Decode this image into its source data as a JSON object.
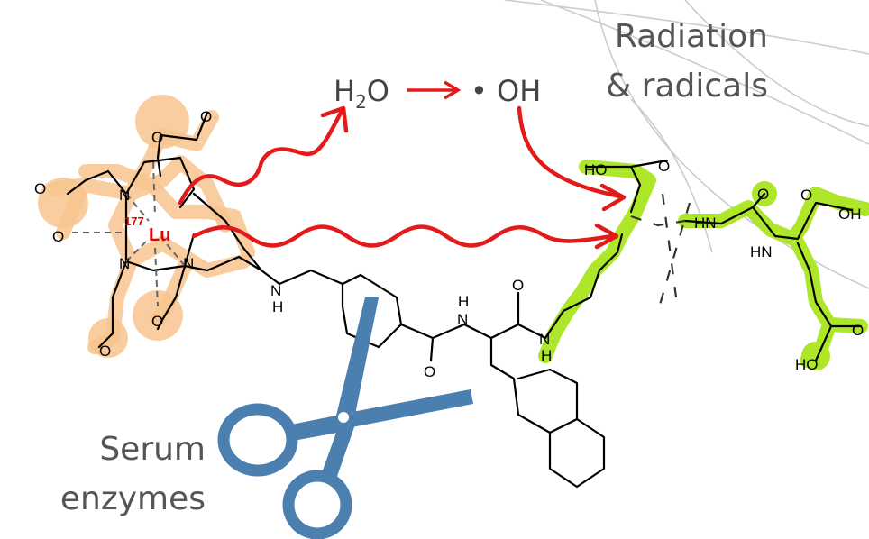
{
  "labels": {
    "radiation_line1": "Radiation",
    "radiation_line2": "& radicals",
    "serum_line1": "Serum",
    "serum_line2": "enzymes"
  },
  "reaction": {
    "water_main": "H",
    "water_sub": "2",
    "water_tail": "O",
    "arrow": "→",
    "radical": "• OH"
  },
  "chelator": {
    "metal": "Lu",
    "isotope": "177",
    "O": "O",
    "N": "N"
  },
  "molecule": {
    "ho": "HO",
    "oh": "OH",
    "o": "O",
    "nh": "NH",
    "hn": "HN",
    "h": "H",
    "n": "N"
  },
  "colors": {
    "chelator_highlight": "#f8c48e",
    "target_highlight": "#aee62a",
    "damage_arrow": "#e31a1a",
    "scissors": "#4a7fb0",
    "label_text": "#555555"
  },
  "icons": [
    "scissors-icon",
    "wavy-arrow-icon"
  ]
}
